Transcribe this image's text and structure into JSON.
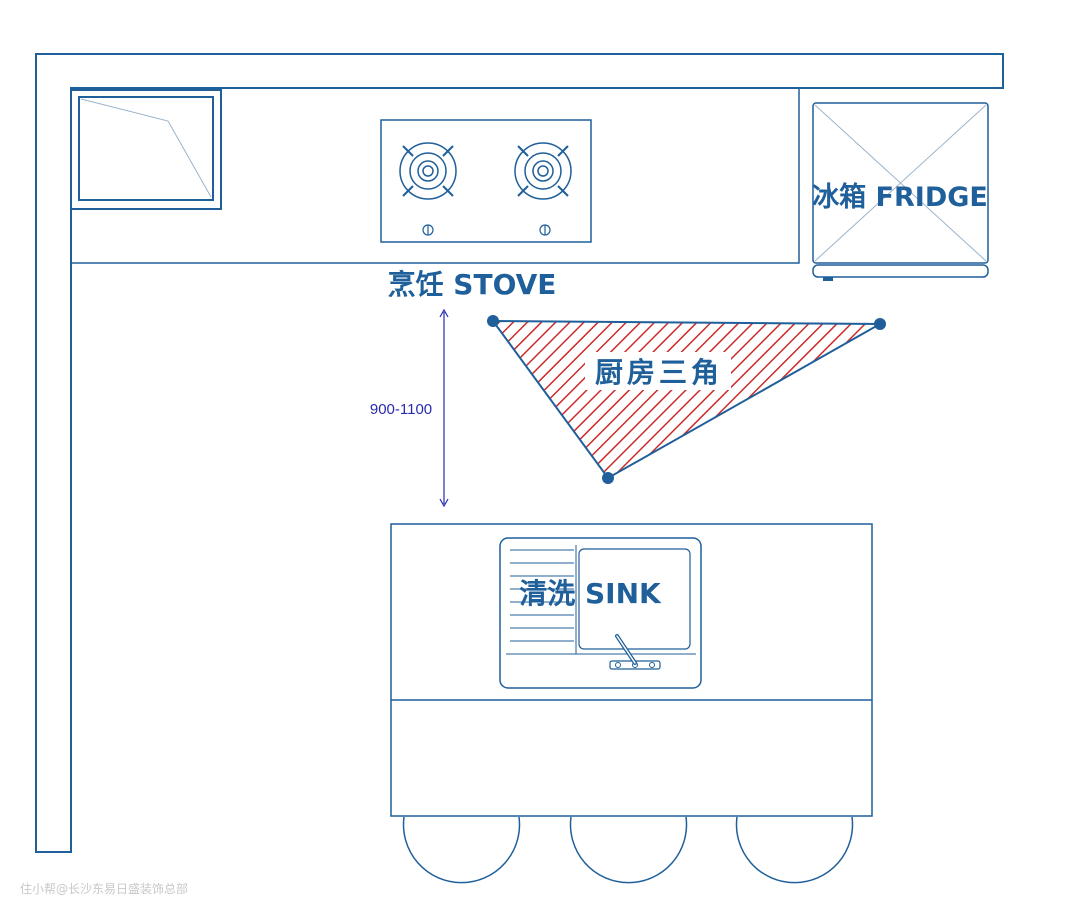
{
  "labels": {
    "stove": "烹饪 STOVE",
    "fridge": "冰箱 FRIDGE",
    "triangle": "厨房三角",
    "sink": "清洗 SINK",
    "dimension": "900-1100"
  },
  "watermark": "住小帮@长沙东易日盛装饰总部",
  "colors": {
    "line": "#1f5f9a",
    "label": "#1f5f9a",
    "hatch": "#cc2b2b",
    "dimension": "#2a2ab0"
  }
}
